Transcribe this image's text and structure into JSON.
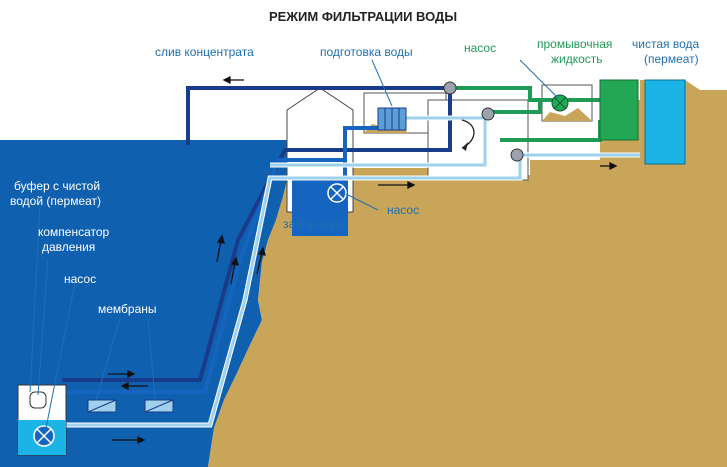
{
  "title": "РЕЖИМ ФИЛЬТРАЦИИ ВОДЫ",
  "labels": {
    "concentrate_drain": "слив концентрата",
    "water_prep": "подготовка воды",
    "pump_top": "насос",
    "flush_liquid_l1": "промывочная",
    "flush_liquid_l2": "жидкость",
    "clean_water_l1": "чистая вода",
    "clean_water_l2": "(пермеат)",
    "buffer_l1": "буфер с чистой",
    "buffer_l2": "водой (пермеат)",
    "compensator_l1": "компенсатор",
    "compensator_l2": "давления",
    "pump_sub": "насос",
    "membranes": "мембраны",
    "pump_intake": "насос",
    "water_intake": "забор воды"
  },
  "colors": {
    "sea": "#1060b0",
    "land": "#c9a55a",
    "concentrate_pipe": "#1a3a8c",
    "intake_pipe": "#1565c0",
    "clean_pipe": "#bfe0f0",
    "flush_pipe": "#1f9b55",
    "tank_green": "#22a855",
    "tank_cyan": "#1cb4e6"
  }
}
